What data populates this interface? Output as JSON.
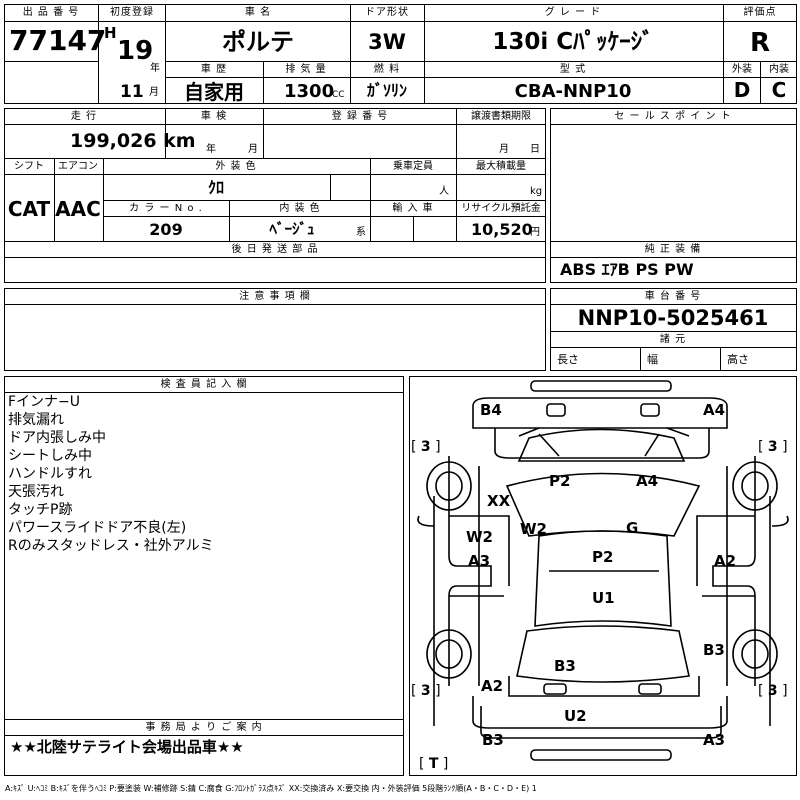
{
  "header": {
    "lot_number_label": "出 品 番 号",
    "lot_number": "77147",
    "first_reg_label": "初度登録",
    "era": "H",
    "reg_year": "19",
    "year_unit": "年",
    "reg_month": "11",
    "month_unit": "月",
    "car_name_label": "車 名",
    "car_name": "ポルテ",
    "door_label": "ドア形状",
    "door": "3W",
    "grade_label": "グ レ ー ド",
    "grade": "130i Cﾊﾟｯｹｰｼﾞ",
    "score_label": "評価点",
    "score": "R",
    "history_label": "車 歴",
    "history": "自家用",
    "displacement_label": "排 気 量",
    "displacement": "1300",
    "cc_unit": "CC",
    "fuel_label": "燃 料",
    "fuel": "ｶﾞｿﾘﾝ",
    "model_label": "型 式",
    "model": "CBA-NNP10",
    "exterior_label": "外装",
    "exterior_grade": "D",
    "interior_label": "内装",
    "interior_grade": "C"
  },
  "row2": {
    "mileage_label": "走 行",
    "mileage": "199,026 km",
    "inspection_label": "車 検",
    "year_unit": "年",
    "month_unit": "月",
    "reg_no_label": "登 録 番 号",
    "transfer_label": "譲渡書類期限",
    "month_unit2": "月",
    "day_unit": "日",
    "sales_point_label": "セ ー ル ス ポ イ ン ト",
    "shift_label": "シフト",
    "aircon_label": "エアコン",
    "color_label": "外 装 色",
    "color": "ｸﾛ",
    "capacity_label": "乗車定員",
    "capacity_unit": "人",
    "load_label": "最大積載量",
    "load_unit": "kg",
    "shift": "CAT",
    "aircon": "AAC",
    "color_no_label": "カ ラ ー N o .",
    "color_no": "209",
    "interior_color_label": "内 装 色",
    "interior_color": "ﾍﾞｰｼﾞｭ",
    "interior_color_unit": "系",
    "import_label": "輸 入 車",
    "recycle_label": "リサイクル預託金",
    "recycle_fee": "10,520",
    "yen_unit": "円",
    "later_parts_label": "後 日 発 送 部 品",
    "genuine_label": "純 正 装 備",
    "genuine": "ABS ｴｱB PS PW"
  },
  "row3": {
    "caution_label": "注 意 事 項 欄",
    "chassis_label": "車 台 番 号",
    "chassis": "NNP10-5025461",
    "spec_label": "諸 元",
    "length_label": "長さ",
    "width_label": "幅",
    "height_label": "高さ"
  },
  "inspector": {
    "label": "検 査 員 記 入 欄",
    "notes": [
      "Fインナ−U",
      "排気漏れ",
      "ドア内張しみ中",
      "シートしみ中",
      "ハンドルすれ",
      "天張汚れ",
      "タッチP跡",
      "パワースライドドア不良(左)",
      "Rのみスタッドレス・社外アルミ"
    ]
  },
  "office": {
    "label": "事 務 局 よ り ご 案 内",
    "message": "★★北陸サテライト会場出品車★★"
  },
  "diagram": {
    "marks": {
      "front_left": "B4",
      "front_right": "A4",
      "hood_left": "P2",
      "hood_right": "A4",
      "fender_left": "XX",
      "pillar_left": "W2",
      "windshield": "W2",
      "glass": "G",
      "door_front_left": "A3",
      "door_front_right": "A2",
      "roof": "P2",
      "roof_center": "U1",
      "rear_right": "B3",
      "rear_left_quarter": "B3",
      "rear_left": "A2",
      "back_panel": "U2",
      "rear_bumper_left": "B3",
      "rear_bumper_right": "A3",
      "tire_fl": "3",
      "tire_fr": "3",
      "tire_rl": "3",
      "tire_rr": "3",
      "spare": "T"
    }
  },
  "legend": "A:ｷｽﾞ U:ﾍｺﾐ B:ｷｽﾞを伴うﾍｺﾐ P:要塗装 W:補修跡 S:錆 C:腐食 G:ﾌﾛﾝﾄｶﾞﾗｽ点ｷｽﾞ XX:交換済み X:要交換 内・外装評価 5段階ﾗﾝｸ順(A・B・C・D・E) 1"
}
